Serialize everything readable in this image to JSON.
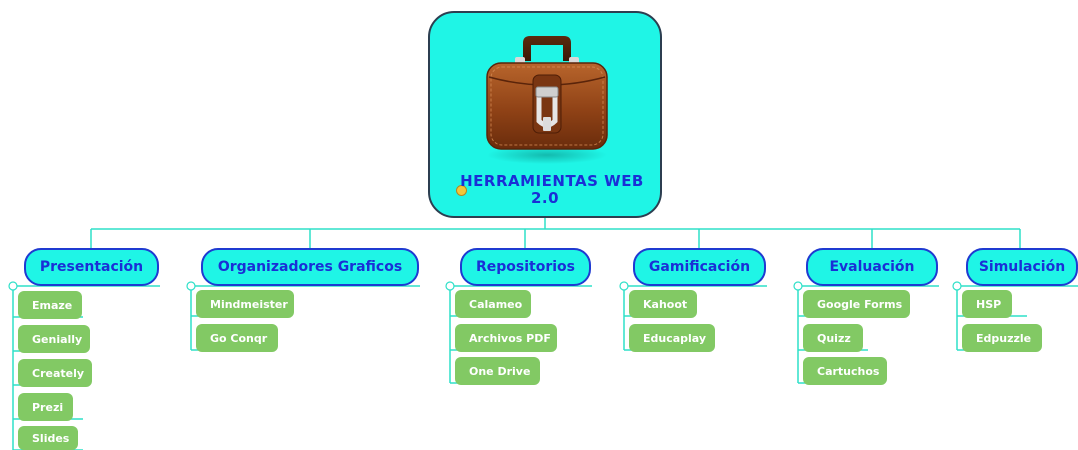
{
  "root": {
    "title_line1": "HERRAMIENTAS WEB",
    "title_line2": "2.0",
    "icon": "briefcase-icon"
  },
  "topics": [
    {
      "label": "Presentación",
      "items": [
        "Emaze",
        "Genially",
        "Creately",
        "Prezi",
        "Slides"
      ]
    },
    {
      "label": "Organizadores Graficos",
      "items": [
        "Mindmeister",
        "Go Conqr"
      ]
    },
    {
      "label": "Repositorios",
      "items": [
        "Calameo",
        "Archivos PDF",
        "One Drive"
      ]
    },
    {
      "label": "Gamificación",
      "items": [
        "Kahoot",
        "Educaplay"
      ]
    },
    {
      "label": "Evaluación",
      "items": [
        "Google Forms",
        "Quizz",
        "Cartuchos"
      ]
    },
    {
      "label": "Simulación",
      "items": [
        "HSP",
        "Edpuzzle"
      ]
    }
  ],
  "colors": {
    "topic_fill": "#1ff5e6",
    "topic_border": "#1f3ad1",
    "leaf_fill": "#82c964",
    "connector": "#2ee0c8"
  }
}
